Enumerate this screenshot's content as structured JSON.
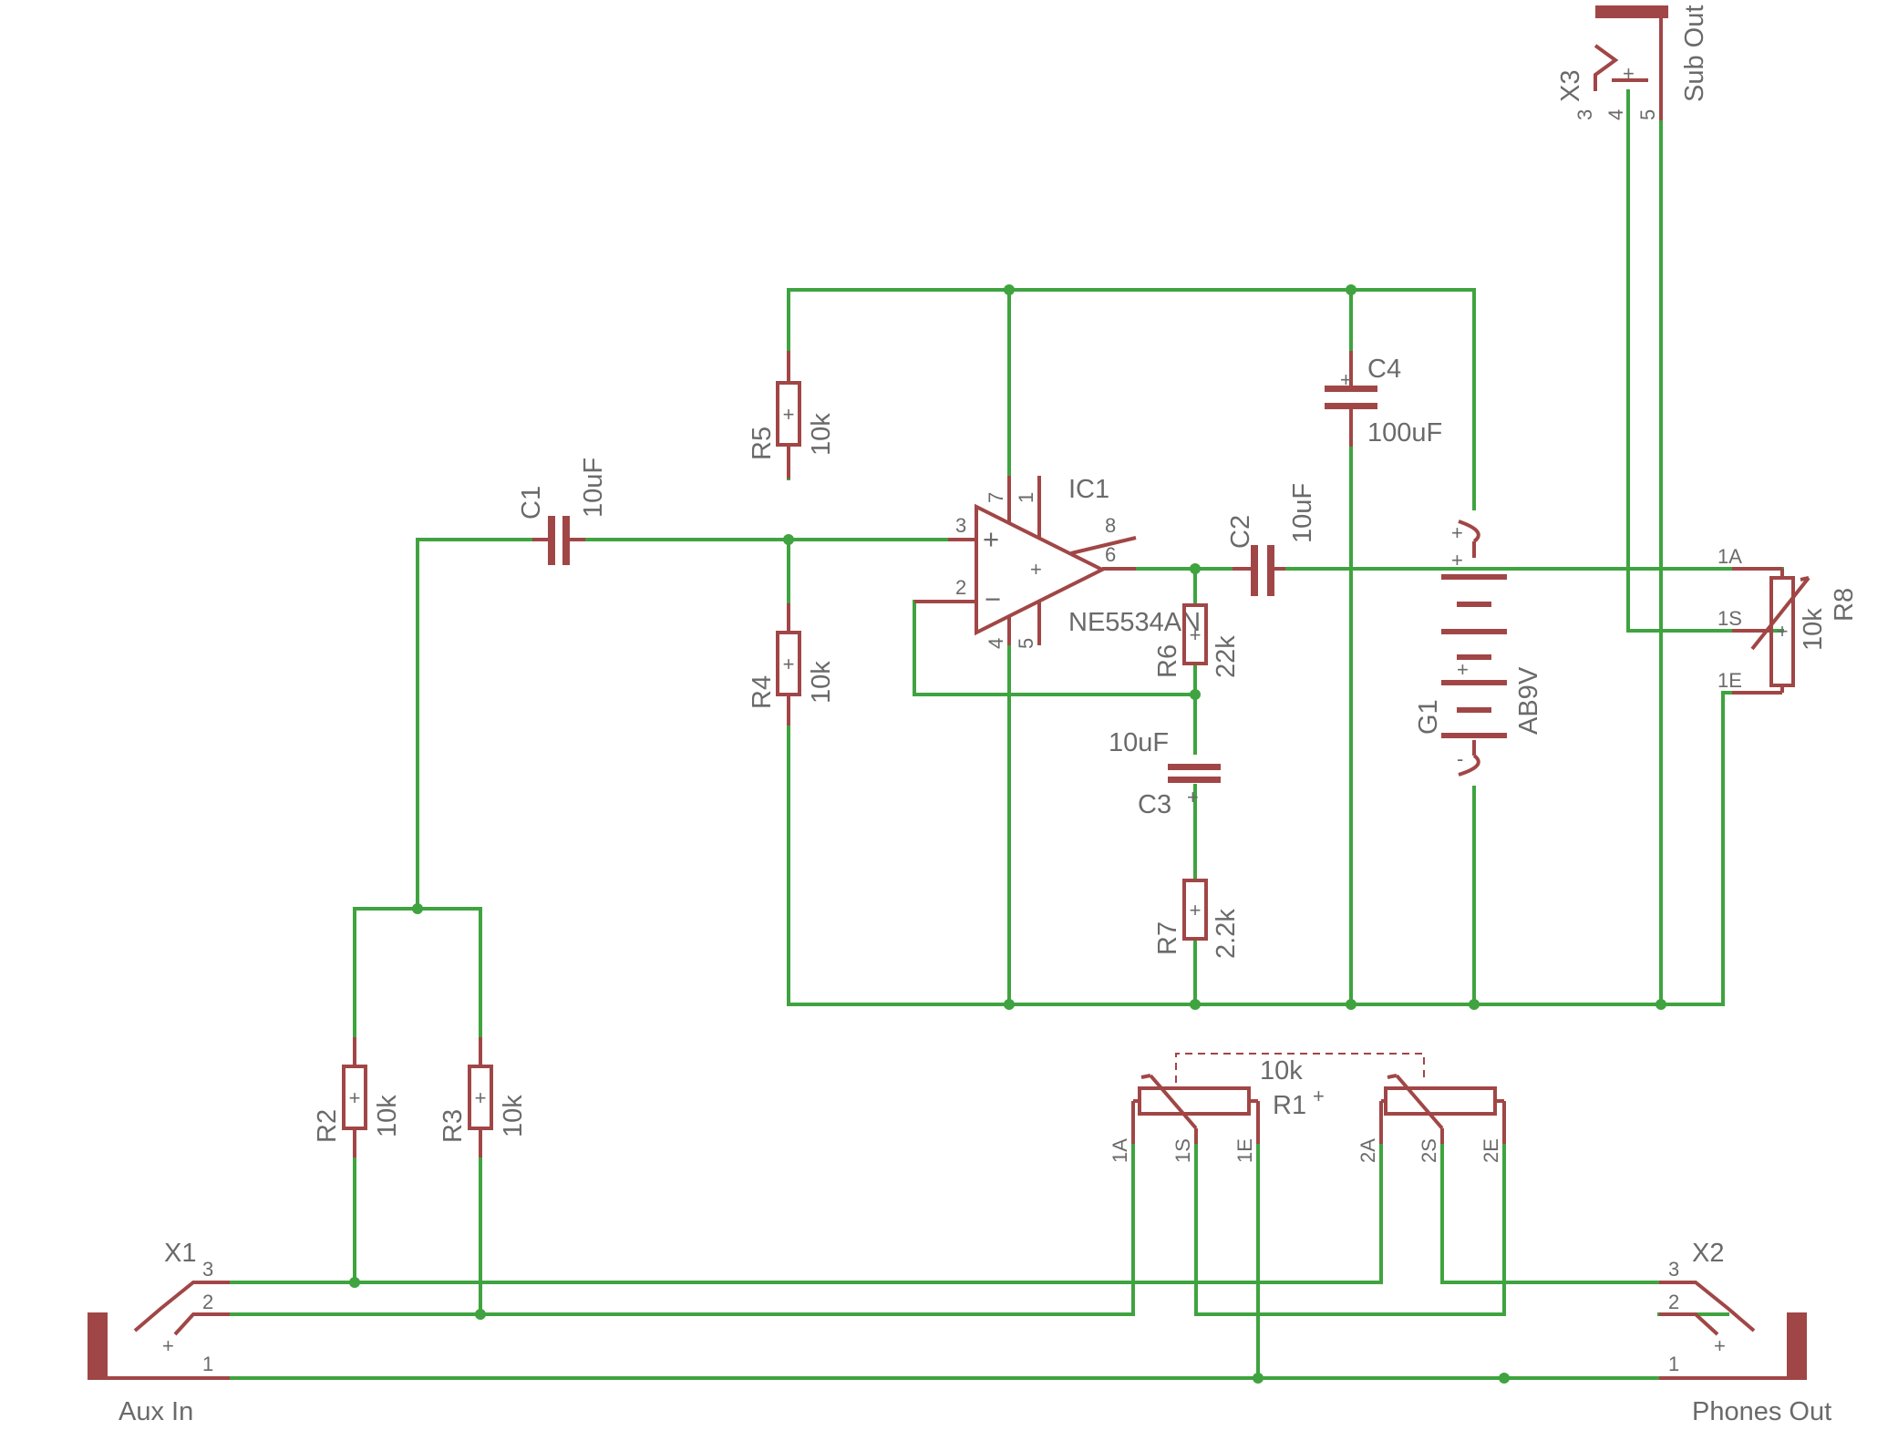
{
  "components": {
    "C1": {
      "name": "C1",
      "value": "10uF"
    },
    "C2": {
      "name": "C2",
      "value": "10uF"
    },
    "C3": {
      "name": "C3",
      "value": "10uF"
    },
    "C4": {
      "name": "C4",
      "value": "100uF"
    },
    "R1": {
      "name": "R1",
      "value": "10k",
      "pins": [
        "1A",
        "1S",
        "1E",
        "2A",
        "2S",
        "2E"
      ]
    },
    "R2": {
      "name": "R2",
      "value": "10k"
    },
    "R3": {
      "name": "R3",
      "value": "10k"
    },
    "R4": {
      "name": "R4",
      "value": "10k"
    },
    "R5": {
      "name": "R5",
      "value": "10k"
    },
    "R6": {
      "name": "R6",
      "value": "22k"
    },
    "R7": {
      "name": "R7",
      "value": "2.2k"
    },
    "R8": {
      "name": "R8",
      "value": "10k",
      "pins": [
        "1A",
        "1S",
        "1E"
      ]
    },
    "IC1": {
      "name": "IC1",
      "value": "NE5534AN",
      "pins": [
        "1",
        "2",
        "3",
        "4",
        "5",
        "6",
        "7",
        "8"
      ]
    },
    "G1": {
      "name": "G1",
      "value": "AB9V",
      "plus": "+",
      "minus": "-"
    },
    "X1": {
      "name": "X1",
      "label": "Aux In",
      "pins": [
        "3",
        "2",
        "1"
      ]
    },
    "X2": {
      "name": "X2",
      "label": "Phones Out",
      "pins": [
        "3",
        "2",
        "1"
      ]
    },
    "X3": {
      "name": "X3",
      "label": "Sub Out",
      "pins": [
        "3",
        "4",
        "5"
      ]
    }
  },
  "colors": {
    "wire": "#3fa33f",
    "component": "#a14646",
    "text": "#6a6a6a"
  }
}
